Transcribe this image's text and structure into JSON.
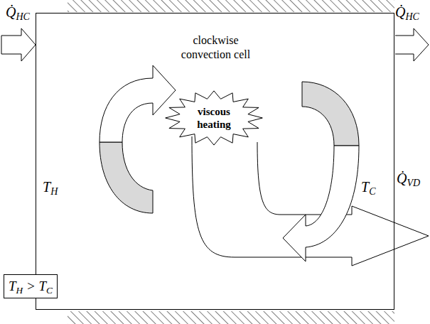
{
  "diagram": {
    "nodes": [
      {
        "text": [
          "clockwise convection cell"
        ]
      },
      {
        "text": [
          "viscous heating"
        ],
        "in": 0
      },
      {
        "text": [
          "TH > TC"
        ]
      }
    ],
    "labels": [
      "Q̇HC",
      "Q̇HC",
      "TH",
      "TC",
      "Q̇VD"
    ]
  }
}
